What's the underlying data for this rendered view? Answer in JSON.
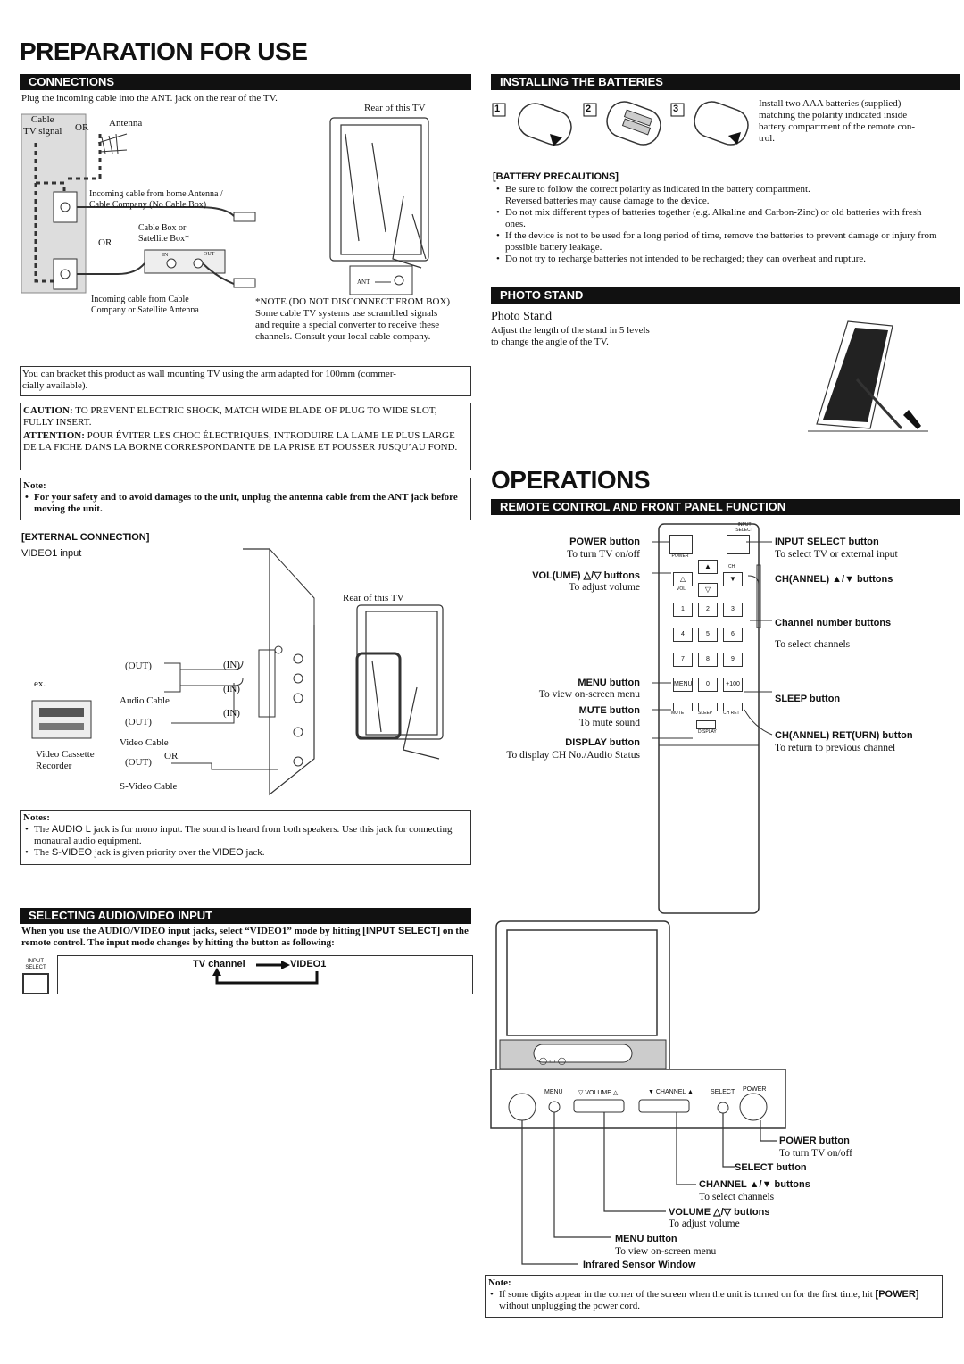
{
  "main_title": "PREPARATION FOR USE",
  "connections": {
    "header": "CONNECTIONS",
    "intro": "Plug the incoming cable into the ANT. jack on the rear of the TV.",
    "cable_tv_signal": "Cable\nTV signal",
    "or1": "OR",
    "antenna": "Antenna",
    "rear_tv": "Rear of this TV",
    "incoming_home": "Incoming cable from home Antenna /\nCable Company (No Cable Box)",
    "cable_box": "Cable Box or\nSatellite Box*",
    "or2": "OR",
    "incoming_cable": "Incoming cable from Cable\nCompany or Satellite Antenna",
    "note": "*NOTE (DO NOT DISCONNECT FROM BOX)\nSome cable TV systems use scrambled signals\nand require a special converter to receive these\nchannels. Consult your local cable company.",
    "ant_label": "ANT",
    "box_in": "IN",
    "box_out": "OUT"
  },
  "wall_mount": "You can bracket this product as wall mounting TV using the arm adapted for 100mm (commer-\ncially available).",
  "caution": {
    "caution_label": "CAUTION:",
    "caution_text": " TO PREVENT ELECTRIC SHOCK, MATCH WIDE BLADE OF PLUG TO WIDE SLOT, FULLY INSERT.",
    "attention_label": "ATTENTION:",
    "attention_text": " POUR ÉVITER LES CHOC ÉLECTRIQUES, INTRODUIRE LA LAME LE PLUS LARGE DE LA FICHE DANS LA BORNE CORRESPONDANTE DE LA PRISE ET POUSSER JUSQU’AU FOND."
  },
  "note1": {
    "title": "Note:",
    "text": "For your safety and to avoid damages to the unit, unplug the antenna cable from the ANT jack before moving the unit."
  },
  "external": {
    "header": "[EXTERNAL CONNECTION]",
    "video1": "VIDEO1 input",
    "rear_tv": "Rear of this TV",
    "ex": "ex.",
    "out1": "(OUT)",
    "in1": "(IN)",
    "in2": "(IN)",
    "audio_cable": "Audio Cable",
    "out2": "(OUT)",
    "in3": "(IN)",
    "video_cable": "Video Cable",
    "vcr": "Video Cassette\nRecorder",
    "out3": "(OUT)",
    "or": "OR",
    "svideo_cable": "S-Video Cable"
  },
  "notes2": {
    "title": "Notes:",
    "n1_a": "The ",
    "n1_b": "AUDIO L",
    "n1_c": " jack is for mono input. The sound is heard from both speakers. Use this jack for connecting monaural audio equipment.",
    "n2_a": "The ",
    "n2_b": "S-VIDEO",
    "n2_c": " jack is given priority over the ",
    "n2_d": "VIDEO",
    "n2_e": " jack."
  },
  "selecting": {
    "header": "SELECTING AUDIO/VIDEO INPUT",
    "text_a": "When you use the AUDIO/VIDEO input jacks, select “VIDEO1” mode by hitting ",
    "text_b": "[INPUT SELECT]",
    "text_c": " on the remote control. The input mode changes by hitting the button as following:",
    "btn_label": "INPUT\nSELECT",
    "tv_channel": "TV channel",
    "video1": "VIDEO1"
  },
  "batteries": {
    "header": "INSTALLING THE BATTERIES",
    "step1": "1",
    "step2": "2",
    "step3": "3",
    "text": "Install two AAA batteries (supplied)\nmatching the polarity indicated inside\nbattery compartment of the remote con-\ntrol.",
    "prec_title": "[BATTERY PRECAUTIONS]",
    "p1": "Be sure to follow the correct polarity as indicated in the battery compartment.\nReversed batteries may cause damage to the device.",
    "p2": "Do not mix different types of batteries together (e.g. Alkaline and Carbon-Zinc) or old batteries with fresh ones.",
    "p3": "If the device is not to be used for a long period of time, remove the batteries to prevent damage or injury from possible battery leakage.",
    "p4": "Do not try to recharge batteries not intended to be recharged; they can overheat and rupture."
  },
  "photo_stand": {
    "header": "PHOTO STAND",
    "title": "Photo Stand",
    "text": "Adjust the length of the stand in 5 levels\nto change the angle of the TV."
  },
  "operations_title": "OPERATIONS",
  "remote": {
    "header": "REMOTE CONTROL AND FRONT PANEL FUNCTION",
    "power_lbl": "POWER button",
    "power_desc": "To turn TV on/off",
    "vol_lbl": "VOL(UME) △/▽ buttons",
    "vol_desc": "To adjust volume",
    "menu_lbl": "MENU button",
    "menu_desc": "To view on-screen menu",
    "mute_lbl": "MUTE button",
    "mute_desc": "To mute sound",
    "display_lbl": "DISPLAY button",
    "display_desc": "To display CH No./Audio Status",
    "input_lbl": "INPUT SELECT button",
    "input_desc": "To select TV or external input",
    "ch_lbl": "CH(ANNEL) ▲/▼ buttons",
    "num_lbl": "Channel number buttons",
    "num_desc": "To select channels",
    "sleep_lbl": "SLEEP button",
    "chret_lbl": "CH(ANNEL) RET(URN) button",
    "chret_desc": "To return to previous channel",
    "k_input": "INPUT\nSELECT",
    "k_power": "POWER",
    "k_ch": "CH",
    "k_vol": "VOL",
    "keys": [
      "1",
      "2",
      "3",
      "4",
      "5",
      "6",
      "7",
      "8",
      "9"
    ],
    "k_menu": "MENU",
    "k_0": "0",
    "k_100": "+100",
    "k_mute": "MUTE",
    "k_sleep": "SLEEP",
    "k_chret": "CH RET",
    "k_display": "DISPLAY"
  },
  "front": {
    "menu": "MENU",
    "volume": "▽ VOLUME △",
    "channel": "▼ CHANNEL ▲",
    "select": "SELECT",
    "power": "POWER",
    "power_lbl": "POWER button",
    "power_desc": "To turn TV on/off",
    "select_lbl": "SELECT button",
    "channel_lbl": "CHANNEL ▲/▼ buttons",
    "channel_desc": "To select channels",
    "volume_lbl": "VOLUME △/▽ buttons",
    "volume_desc": "To adjust volume",
    "menu_lbl": "MENU button",
    "menu_desc": "To view on-screen menu",
    "sensor_lbl": "Infrared Sensor Window"
  },
  "note3": {
    "title": "Note:",
    "text_a": "If some digits appear in the corner of the screen when the unit is turned on for the first time, hit ",
    "text_b": "[POWER]",
    "text_c": " without unplugging the power cord."
  }
}
